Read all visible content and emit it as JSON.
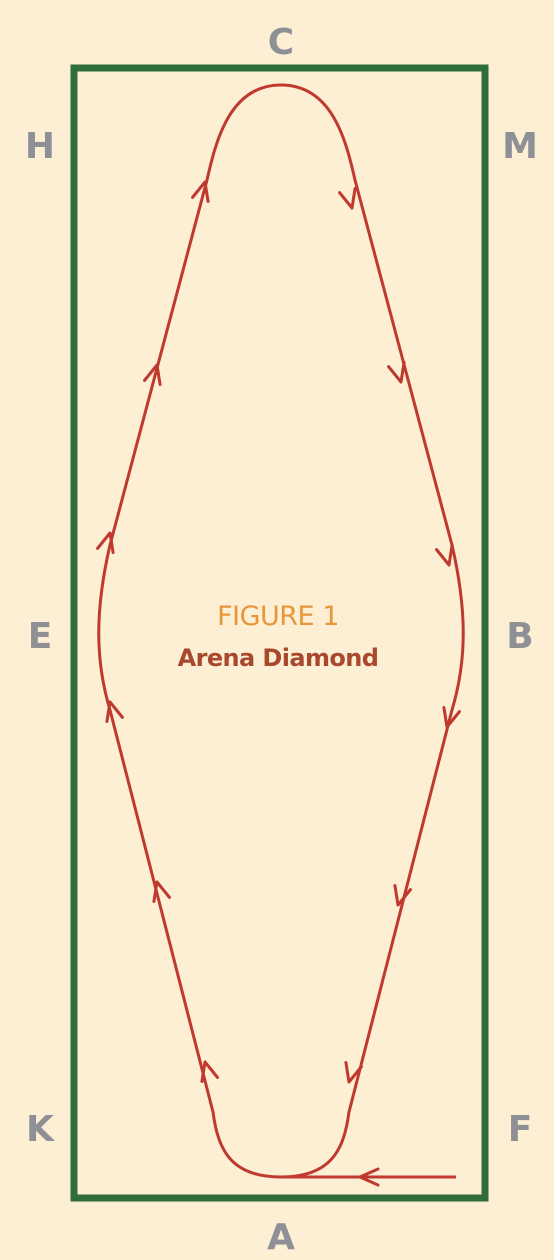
{
  "figure": {
    "label": "FIGURE 1",
    "title": "Arena Diamond"
  },
  "markers": {
    "C": "C",
    "H": "H",
    "M": "M",
    "E": "E",
    "B": "B",
    "K": "K",
    "F": "F",
    "A": "A"
  },
  "colors": {
    "background": "#fcefd4",
    "arena_border": "#2f6e3b",
    "path": "#c0392f",
    "marker_text": "#8f9096",
    "figure_label": "#e8963a",
    "figure_title": "#a8482c"
  }
}
